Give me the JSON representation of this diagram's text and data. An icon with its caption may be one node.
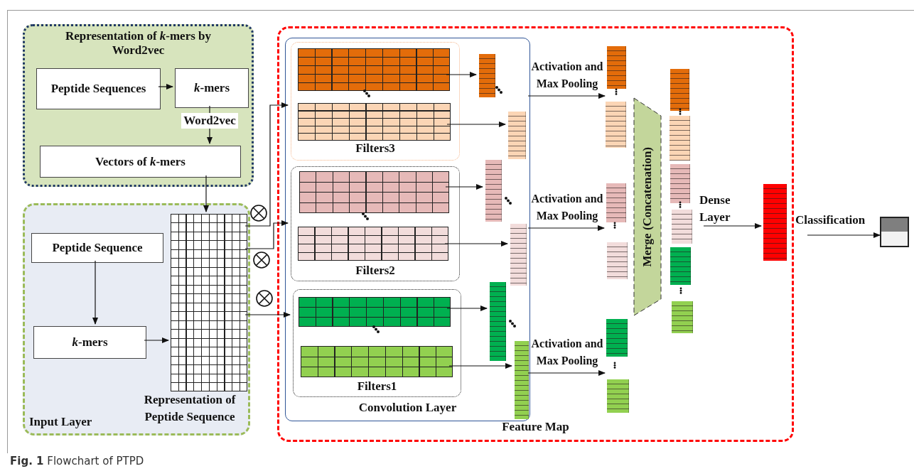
{
  "diagram": {
    "caption": "**Fig. 1** Flowchart of PTPD",
    "nodes": [
      {
        "text": [
          "Representation of *k*-mers by Word2vec"
        ]
      },
      {
        "text": [
          "Peptide Sequences"
        ],
        "in": 0
      },
      {
        "text": [
          "*k*-mers"
        ],
        "in": 0
      },
      {
        "text": [
          "Vectors of *k*-mers"
        ],
        "in": 0
      },
      {
        "text": [
          "Input Layer"
        ]
      },
      {
        "text": [
          "Peptide Sequence"
        ],
        "in": 4
      },
      {
        "text": [
          "*k*-mers"
        ],
        "in": 4
      },
      {
        "text": [],
        "shape": "box",
        "in": 4
      },
      {
        "text": [
          "Feature Map"
        ]
      },
      {
        "text": [
          "Convolution Layer"
        ],
        "in": 8
      },
      {
        "text": [
          "Filters3"
        ],
        "in": 9
      },
      {
        "text": [],
        "shape": "box",
        "in": 10
      },
      {
        "text": [],
        "shape": "box",
        "in": 10
      },
      {
        "text": [
          "Filters2"
        ],
        "in": 9
      },
      {
        "text": [],
        "shape": "box",
        "in": 13
      },
      {
        "text": [],
        "shape": "box",
        "in": 13
      },
      {
        "text": [
          "Filters1"
        ],
        "in": 9
      },
      {
        "text": [],
        "shape": "box",
        "in": 16
      },
      {
        "text": [],
        "shape": "box",
        "in": 16
      },
      {
        "text": [],
        "shape": "bar",
        "in": 9
      },
      {
        "text": [],
        "shape": "bar",
        "in": 9
      },
      {
        "text": [],
        "shape": "bar",
        "in": 9
      },
      {
        "text": [],
        "shape": "bar",
        "in": 9
      },
      {
        "text": [],
        "shape": "bar",
        "in": 9
      },
      {
        "text": [],
        "shape": "bar",
        "in": 9
      },
      {
        "text": [],
        "shape": "bar",
        "in": 8
      },
      {
        "text": [],
        "shape": "bar",
        "in": 8
      },
      {
        "text": [],
        "shape": "bar",
        "in": 8
      },
      {
        "text": [],
        "shape": "bar",
        "in": 8
      },
      {
        "text": [],
        "shape": "bar",
        "in": 8
      },
      {
        "text": [],
        "shape": "bar",
        "in": 8
      },
      {
        "text": [
          "Merge (Concatenation)"
        ],
        "in": 8
      },
      {
        "text": [],
        "shape": "bar",
        "in": 8
      },
      {
        "text": [],
        "shape": "bar",
        "in": 8
      },
      {
        "text": [],
        "shape": "bar",
        "in": 8
      },
      {
        "text": [],
        "shape": "bar",
        "in": 8
      },
      {
        "text": [],
        "shape": "bar",
        "in": 8
      },
      {
        "text": [],
        "shape": "bar",
        "in": 8
      },
      {
        "text": [],
        "shape": "bar",
        "in": 8
      },
      {
        "text": [],
        "shape": "box"
      }
    ],
    "edges": [
      {
        "from": 1,
        "to": 2,
        "arrow": "to"
      },
      {
        "from": 2,
        "to": 3,
        "arrow": "to",
        "label": "Word2vec"
      },
      {
        "from": 3,
        "to": 7,
        "arrow": "to"
      },
      {
        "from": 5,
        "to": 6,
        "arrow": "to"
      },
      {
        "from": 6,
        "to": 7,
        "arrow": "to"
      },
      {
        "from": 7,
        "to": 10,
        "arrow": "to"
      },
      {
        "from": 7,
        "to": 13,
        "arrow": "to"
      },
      {
        "from": 7,
        "to": 16,
        "arrow": "to"
      },
      {
        "from": 11,
        "to": 19,
        "arrow": "to"
      },
      {
        "from": 12,
        "to": 20,
        "arrow": "to"
      },
      {
        "from": 14,
        "to": 21,
        "arrow": "to"
      },
      {
        "from": 15,
        "to": 22,
        "arrow": "to"
      },
      {
        "from": 17,
        "to": 23,
        "arrow": "to"
      },
      {
        "from": 18,
        "to": 24,
        "arrow": "to"
      },
      {
        "from": 9,
        "to": 25,
        "arrow": "to",
        "label": "Activation and Max Pooling"
      },
      {
        "from": 9,
        "to": 27,
        "arrow": "to",
        "label": "Activation and Max Pooling"
      },
      {
        "from": 9,
        "to": 30,
        "arrow": "to",
        "label": "Activation and Max Pooling"
      },
      {
        "from": null,
        "to": 38,
        "arrow": "to",
        "label": "Dense Layer"
      },
      {
        "from": null,
        "to": 39,
        "arrow": "to",
        "label": "Classification"
      }
    ],
    "labels": [
      "Representation of Peptide Sequence"
    ]
  }
}
